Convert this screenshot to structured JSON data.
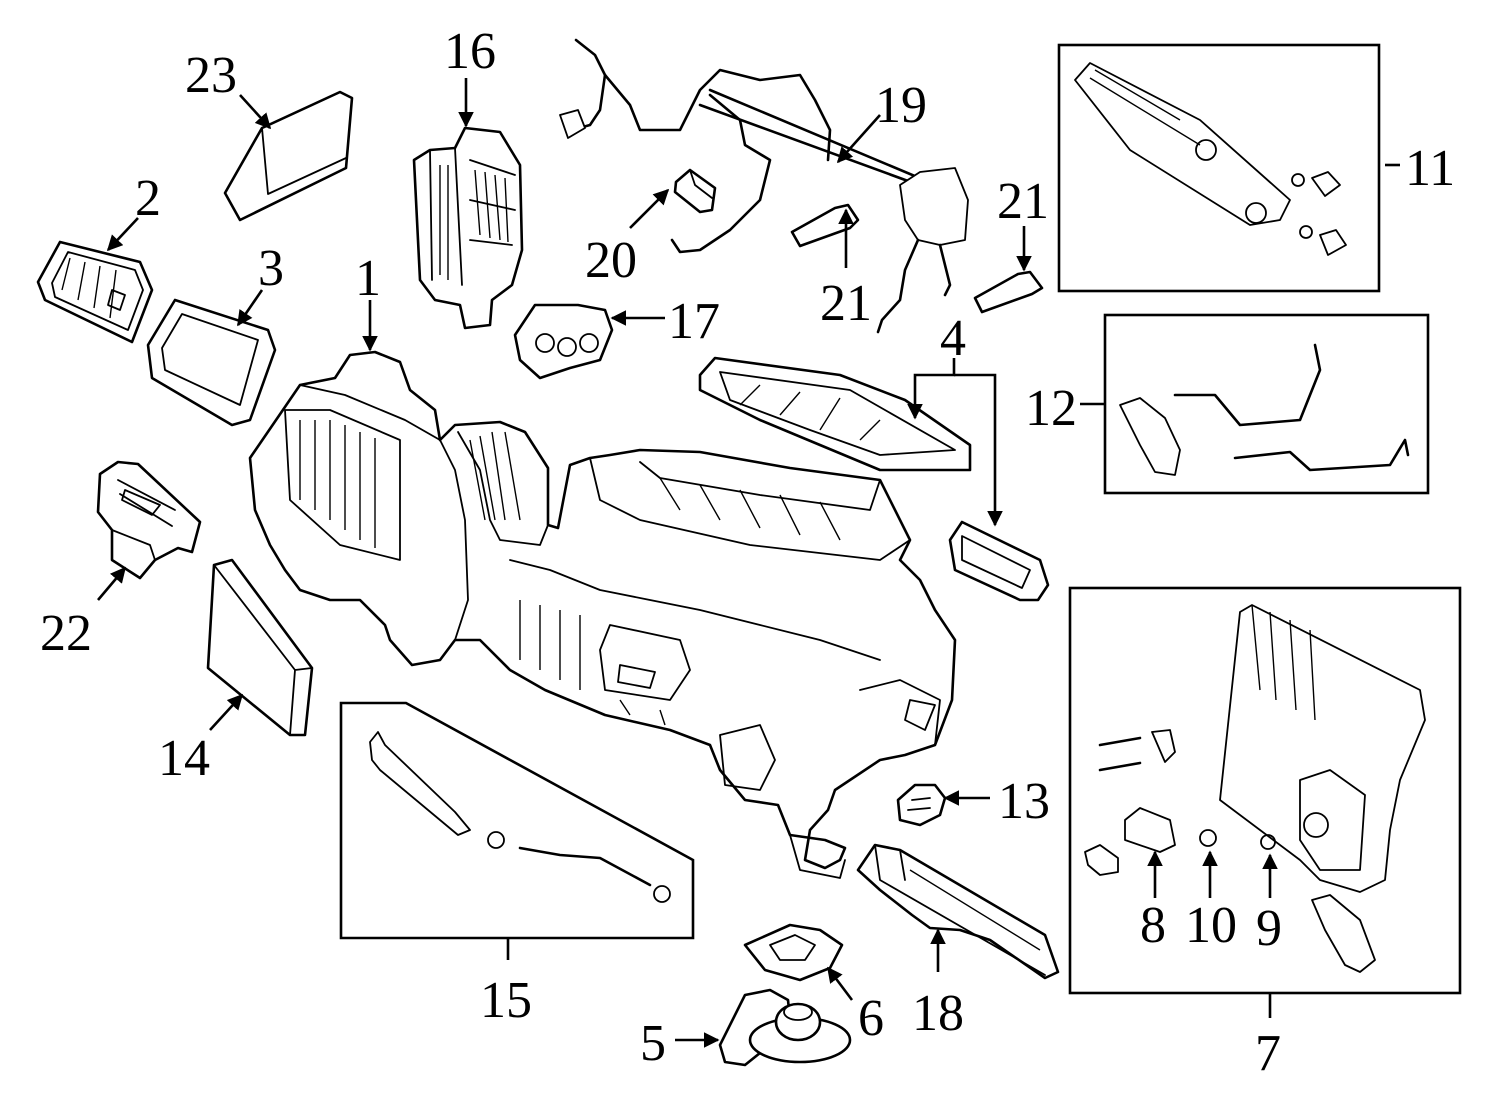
{
  "callouts": [
    {
      "id": "c1",
      "label": "1"
    },
    {
      "id": "c2",
      "label": "2"
    },
    {
      "id": "c3",
      "label": "3"
    },
    {
      "id": "c4",
      "label": "4"
    },
    {
      "id": "c5",
      "label": "5"
    },
    {
      "id": "c6",
      "label": "6"
    },
    {
      "id": "c7",
      "label": "7"
    },
    {
      "id": "c8",
      "label": "8"
    },
    {
      "id": "c9",
      "label": "9"
    },
    {
      "id": "c10",
      "label": "10"
    },
    {
      "id": "c11",
      "label": "11"
    },
    {
      "id": "c12",
      "label": "12"
    },
    {
      "id": "c13",
      "label": "13"
    },
    {
      "id": "c14",
      "label": "14"
    },
    {
      "id": "c15",
      "label": "15"
    },
    {
      "id": "c16",
      "label": "16"
    },
    {
      "id": "c17",
      "label": "17"
    },
    {
      "id": "c18",
      "label": "18"
    },
    {
      "id": "c19",
      "label": "19"
    },
    {
      "id": "c20",
      "label": "20"
    },
    {
      "id": "c21a",
      "label": "21"
    },
    {
      "id": "c21b",
      "label": "21"
    },
    {
      "id": "c22",
      "label": "22"
    },
    {
      "id": "c23",
      "label": "23"
    }
  ]
}
